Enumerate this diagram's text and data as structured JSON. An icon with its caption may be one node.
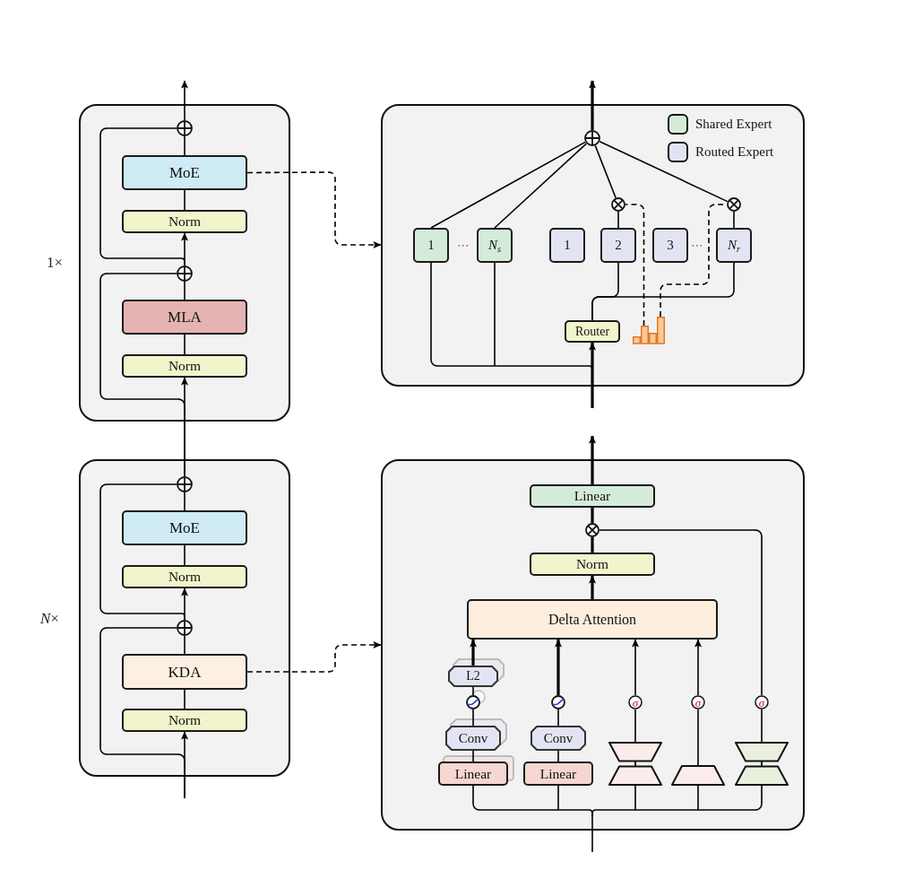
{
  "diagram": {
    "nodes": [
      {
        "text": [],
        "shape": "box",
        "beside": [
          "1×"
        ]
      },
      {
        "text": [],
        "shape": "circle",
        "in": 0
      },
      {
        "text": [
          "MoE"
        ],
        "in": 0
      },
      {
        "text": [
          "Norm"
        ],
        "in": 0
      },
      {
        "text": [],
        "shape": "circle",
        "in": 0
      },
      {
        "text": [
          "MLA"
        ],
        "in": 0
      },
      {
        "text": [
          "Norm"
        ],
        "in": 0
      },
      {
        "text": [],
        "shape": "box"
      },
      {
        "text": [],
        "shape": "circle",
        "in": 7
      },
      {
        "text": [],
        "shape": "circle",
        "in": 7
      },
      {
        "text": [],
        "shape": "circle",
        "in": 7
      },
      {
        "text": [
          "1"
        ],
        "in": 7
      },
      {
        "text": [
          "*N*$_{s}$"
        ],
        "in": 7
      },
      {
        "text": [
          "1"
        ],
        "in": 7
      },
      {
        "text": [
          "2"
        ],
        "in": 7
      },
      {
        "text": [
          "3"
        ],
        "in": 7
      },
      {
        "text": [
          "*N*$_{r}$"
        ],
        "in": 7
      },
      {
        "text": [
          "Router"
        ],
        "in": 7
      },
      {
        "text": [],
        "shape": "picture",
        "in": 7
      },
      {
        "text": [],
        "shape": "box",
        "beside": [
          "*N*×"
        ]
      },
      {
        "text": [],
        "shape": "circle",
        "in": 19
      },
      {
        "text": [
          "MoE"
        ],
        "in": 19
      },
      {
        "text": [
          "Norm"
        ],
        "in": 19
      },
      {
        "text": [],
        "shape": "circle",
        "in": 19
      },
      {
        "text": [
          "KDA"
        ],
        "in": 19
      },
      {
        "text": [
          "Norm"
        ],
        "in": 19
      },
      {
        "text": [],
        "shape": "box"
      },
      {
        "text": [
          "Linear"
        ],
        "in": 26
      },
      {
        "text": [],
        "shape": "circle",
        "in": 26
      },
      {
        "text": [
          "Norm"
        ],
        "in": 26
      },
      {
        "text": [
          "Delta Attention"
        ],
        "in": 26
      },
      {
        "text": [
          "L2"
        ],
        "in": 26
      },
      {
        "text": [],
        "shape": "circle",
        "in": 26
      },
      {
        "text": [],
        "shape": "circle",
        "in": 26
      },
      {
        "text": [
          "σ"
        ],
        "in": 26
      },
      {
        "text": [
          "σ"
        ],
        "in": 26
      },
      {
        "text": [
          "σ"
        ],
        "in": 26
      },
      {
        "text": [
          "Conv"
        ],
        "in": 26
      },
      {
        "text": [
          "Conv"
        ],
        "in": 26
      },
      {
        "text": [],
        "shape": "hourglass",
        "in": 26
      },
      {
        "text": [],
        "shape": "hourglass",
        "in": 26
      },
      {
        "text": [
          "Linear"
        ],
        "in": 26
      },
      {
        "text": [
          "Linear"
        ],
        "in": 26
      },
      {
        "text": [],
        "shape": "trapezoid",
        "in": 26
      }
    ],
    "edges": [
      {
        "from": 20,
        "to": 6,
        "arrow": "to"
      },
      {
        "from": 20,
        "to": 4,
        "arrow": "none"
      },
      {
        "from": 6,
        "to": 5,
        "arrow": "none"
      },
      {
        "from": 5,
        "to": 4,
        "arrow": "none"
      },
      {
        "from": 4,
        "to": 3,
        "arrow": "to"
      },
      {
        "from": 4,
        "to": 1,
        "arrow": "none"
      },
      {
        "from": 3,
        "to": 2,
        "arrow": "none"
      },
      {
        "from": 2,
        "to": 1,
        "arrow": "none"
      },
      {
        "from": 1,
        "to": null,
        "arrow": "to"
      },
      {
        "from": 2,
        "to": 7,
        "arrow": "to",
        "style": "dashed"
      },
      {
        "from": null,
        "to": 17,
        "arrow": "to",
        "style": "thick"
      },
      {
        "from": null,
        "to": 11,
        "arrow": "none"
      },
      {
        "from": null,
        "to": 12,
        "arrow": "none"
      },
      {
        "from": 17,
        "to": 14,
        "arrow": "none"
      },
      {
        "from": 17,
        "to": 16,
        "arrow": "none"
      },
      {
        "from": 11,
        "to": 8,
        "arrow": "none"
      },
      {
        "from": 12,
        "to": 8,
        "arrow": "none"
      },
      {
        "from": 14,
        "to": 9,
        "arrow": "none"
      },
      {
        "from": 16,
        "to": 10,
        "arrow": "none"
      },
      {
        "from": 9,
        "to": 8,
        "arrow": "none"
      },
      {
        "from": 10,
        "to": 8,
        "arrow": "none"
      },
      {
        "from": 8,
        "to": null,
        "arrow": "to",
        "style": "thick"
      },
      {
        "from": 18,
        "to": 9,
        "arrow": "none",
        "style": "dashed"
      },
      {
        "from": 18,
        "to": 10,
        "arrow": "none",
        "style": "dashed"
      },
      {
        "from": null,
        "to": 25,
        "arrow": "to"
      },
      {
        "from": null,
        "to": 23,
        "arrow": "none"
      },
      {
        "from": 25,
        "to": 24,
        "arrow": "none"
      },
      {
        "from": 24,
        "to": 23,
        "arrow": "none"
      },
      {
        "from": 23,
        "to": 22,
        "arrow": "to"
      },
      {
        "from": 23,
        "to": 20,
        "arrow": "none"
      },
      {
        "from": 22,
        "to": 21,
        "arrow": "none"
      },
      {
        "from": 21,
        "to": 20,
        "arrow": "none"
      },
      {
        "from": 24,
        "to": 26,
        "arrow": "to",
        "style": "dashed"
      },
      {
        "from": null,
        "to": 41,
        "arrow": "none"
      },
      {
        "from": null,
        "to": 42,
        "arrow": "none"
      },
      {
        "from": null,
        "to": 39,
        "arrow": "none"
      },
      {
        "from": null,
        "to": 43,
        "arrow": "none"
      },
      {
        "from": null,
        "to": 40,
        "arrow": "none"
      },
      {
        "from": 41,
        "to": 37,
        "arrow": "none"
      },
      {
        "from": 37,
        "to": 32,
        "arrow": "none"
      },
      {
        "from": 32,
        "to": 31,
        "arrow": "none"
      },
      {
        "from": 31,
        "to": 30,
        "arrow": "to",
        "style": "thick"
      },
      {
        "from": 42,
        "to": 38,
        "arrow": "none"
      },
      {
        "from": 38,
        "to": 33,
        "arrow": "none"
      },
      {
        "from": 33,
        "to": 30,
        "arrow": "to",
        "style": "thick"
      },
      {
        "from": 39,
        "to": 34,
        "arrow": "none"
      },
      {
        "from": 34,
        "to": 30,
        "arrow": "to"
      },
      {
        "from": 43,
        "to": 35,
        "arrow": "none"
      },
      {
        "from": 35,
        "to": 30,
        "arrow": "to"
      },
      {
        "from": 40,
        "to": 36,
        "arrow": "none"
      },
      {
        "from": 36,
        "to": 28,
        "arrow": "none"
      },
      {
        "from": 30,
        "to": 29,
        "arrow": "to",
        "style": "thick"
      },
      {
        "from": 29,
        "to": 28,
        "arrow": "none",
        "style": "thick"
      },
      {
        "from": 28,
        "to": 27,
        "arrow": "none",
        "style": "thick"
      },
      {
        "from": 27,
        "to": null,
        "arrow": "to",
        "style": "thick"
      }
    ],
    "labels": [
      "⋯",
      "⋯"
    ],
    "legend": [
      {
        "text": "Shared Expert",
        "color": "#d5ebd9"
      },
      {
        "text": "Routed Expert",
        "color": "#e3e4f3"
      }
    ]
  }
}
